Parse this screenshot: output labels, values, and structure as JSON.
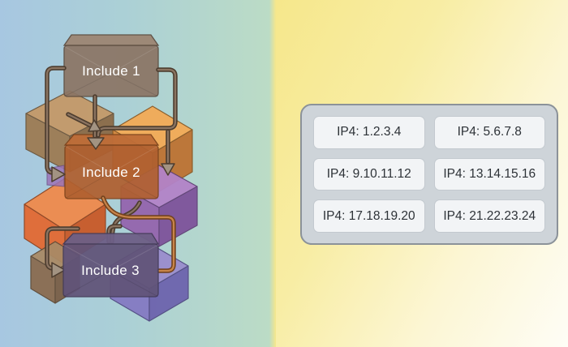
{
  "diagram": {
    "nodes": [
      {
        "label": "Include 1",
        "color": "#8b7565"
      },
      {
        "label": "Include 2",
        "color": "#b06030"
      },
      {
        "label": "Include 3",
        "color": "#615479"
      }
    ],
    "cubes": [
      {
        "name": "tan-cube",
        "color": "#c49a6a"
      },
      {
        "name": "orange-cube",
        "color": "#f2ab58"
      },
      {
        "name": "bright-orange-cube",
        "color": "#ef8a4c"
      },
      {
        "name": "purple-cube",
        "color": "#b383c8"
      },
      {
        "name": "brown-cube",
        "color": "#a98a66"
      },
      {
        "name": "blue-purple-cube",
        "color": "#9a8ccd"
      }
    ],
    "arrow_color": "#4d3d2f"
  },
  "panel": {
    "items": [
      "IP4: 1.2.3.4",
      "IP4: 5.6.7.8",
      "IP4: 9.10.11.12",
      "IP4: 13.14.15.16",
      "IP4: 17.18.19.20",
      "IP4: 21.22.23.24"
    ],
    "background": "#ced4d9",
    "border": "#8b9299",
    "chip_background": "#f2f4f6"
  },
  "background": {
    "left_gradient": [
      "#a7c7e1",
      "#bcdcc5"
    ],
    "right_gradient": [
      "#f6e78b",
      "#fefdf6"
    ]
  }
}
